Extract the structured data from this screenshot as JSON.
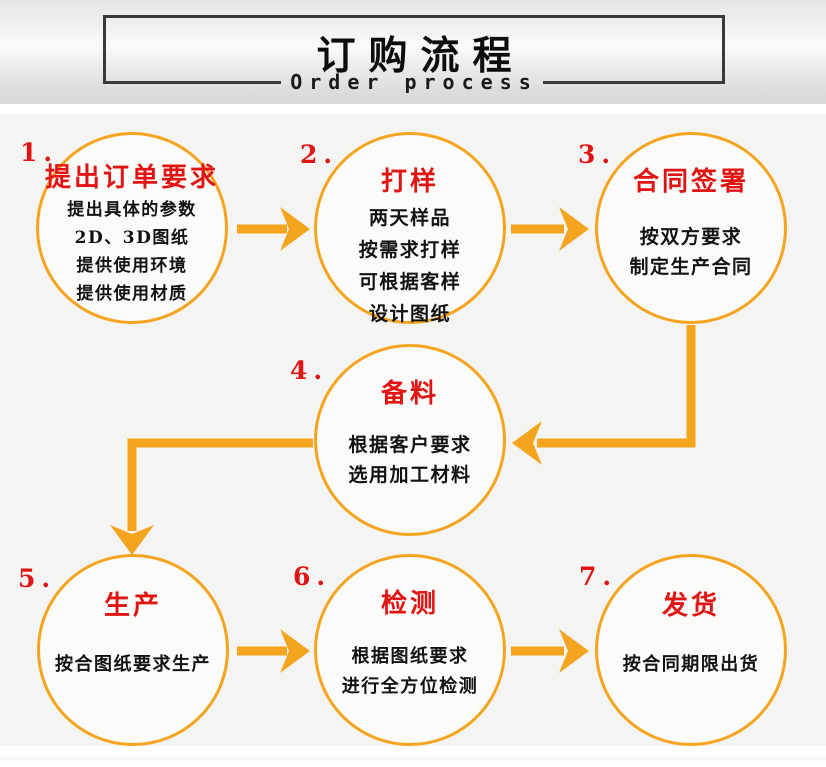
{
  "header": {
    "title": "订购流程",
    "subtitle": "Order process"
  },
  "steps": [
    {
      "number": "1.",
      "title": "提出订单要求",
      "lines": [
        "提出具体的参数",
        "2D、3D图纸",
        "提供使用环境",
        "提供使用材质"
      ]
    },
    {
      "number": "2.",
      "title": "打样",
      "lines": [
        "两天样品",
        "按需求打样",
        "可根据客样",
        "设计图纸"
      ]
    },
    {
      "number": "3.",
      "title": "合同签署",
      "lines": [
        "按双方要求",
        "制定生产合同"
      ]
    },
    {
      "number": "4.",
      "title": "备料",
      "lines": [
        "根据客户要求",
        "选用加工材料"
      ]
    },
    {
      "number": "5.",
      "title": "生产",
      "lines": [
        "按合图纸要求生产"
      ]
    },
    {
      "number": "6.",
      "title": "检测",
      "lines": [
        "根据图纸要求",
        "进行全方位检测"
      ]
    },
    {
      "number": "7.",
      "title": "发货",
      "lines": [
        "按合同期限出货"
      ]
    }
  ],
  "flow": [
    "1→2",
    "2→3",
    "3→4",
    "4→5",
    "5→6",
    "6→7"
  ],
  "colors": {
    "accent_orange": "#f5a41f",
    "accent_red": "#e11414",
    "title_black": "#0d0d0d",
    "box_border": "#3a3a3c"
  }
}
